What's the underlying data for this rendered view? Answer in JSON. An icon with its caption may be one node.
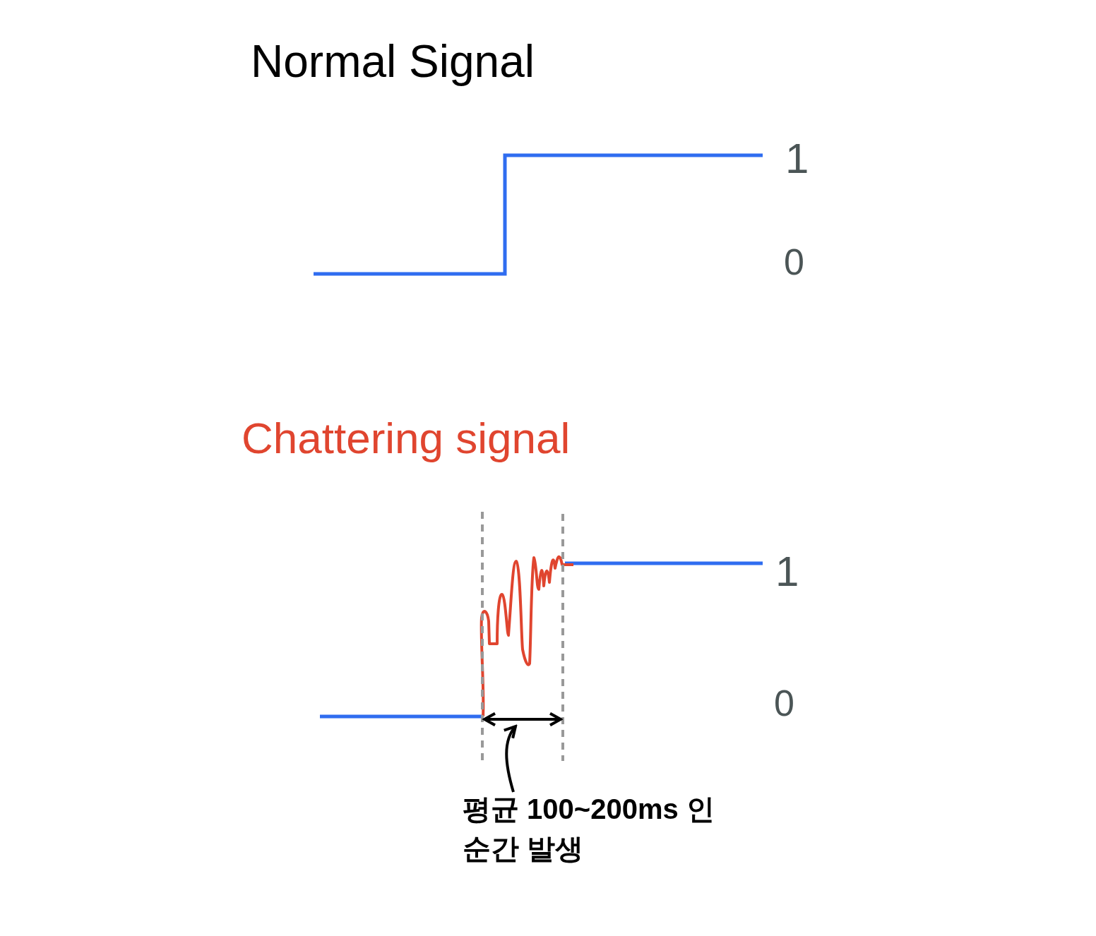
{
  "diagram": {
    "nodes": [
      {
        "text": [
          "평균 100~200ms 인 순간 발생"
        ]
      },
      {
        "text": [],
        "shape": "arrow"
      }
    ],
    "edges": [
      {
        "from": 0,
        "to": 1,
        "arrow": "to"
      }
    ],
    "labels": [
      "Normal Signal",
      "1",
      "0",
      "Chattering signal",
      "1",
      "0"
    ]
  }
}
